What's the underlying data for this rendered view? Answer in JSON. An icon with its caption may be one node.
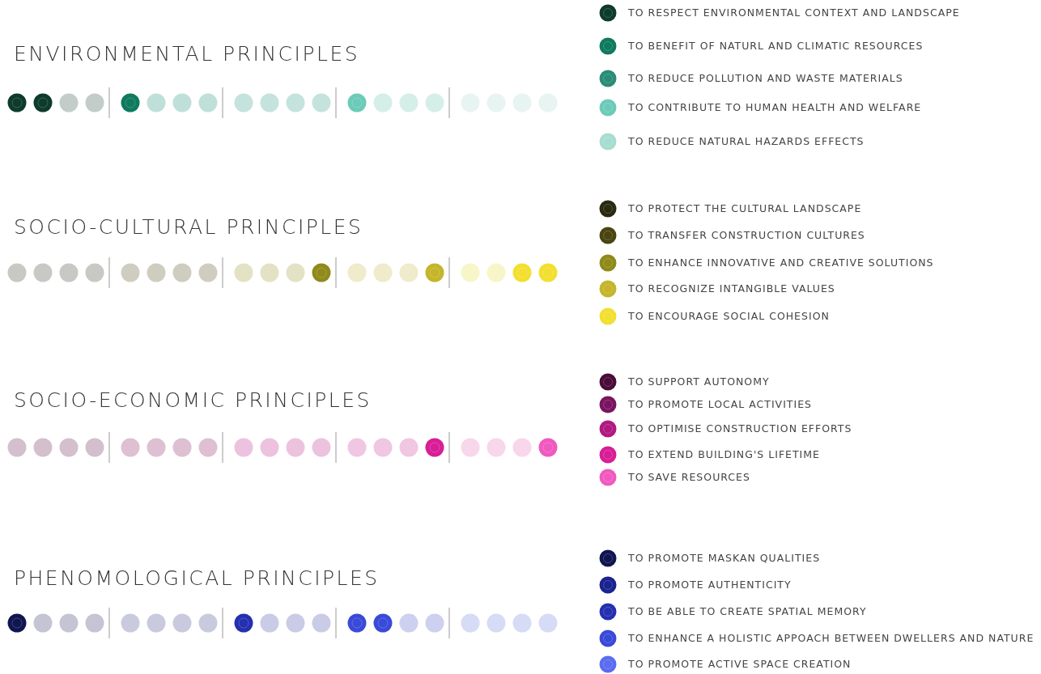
{
  "diagram": {
    "labels": [
      "ENVIRONMENTAL PRINCIPLES",
      "SOCIO-CULTURAL PRINCIPLES",
      "SOCIO-ECONOMIC PRINCIPLES",
      "PHENOMOLOGICAL PRINCIPLES"
    ],
    "legend": [
      {
        "text": "TO RESPECT ENVIRONMENTAL CONTEXT AND LANDSCAPE",
        "color": "#0d3b2c"
      },
      {
        "text": "TO BENEFIT OF NATURL AND CLIMATIC RESOURCES",
        "color": "#0f7a5e"
      },
      {
        "text": "TO REDUCE POLLUTION AND WASTE MATERIALS",
        "color": "#2a8c78"
      },
      {
        "text": "TO CONTRIBUTE TO HUMAN HEALTH AND WELFARE",
        "color": "#6ccbb8"
      },
      {
        "text": "TO REDUCE NATURAL HAZARDS EFFECTS",
        "color": "#a6ddd0"
      },
      {
        "text": "TO PROTECT THE CULTURAL LANDSCAPE",
        "color": "#2a2a10"
      },
      {
        "text": "TO TRANSFER CONSTRUCTION CULTURES",
        "color": "#4a4410"
      },
      {
        "text": "TO ENHANCE INNOVATIVE AND CREATIVE SOLUTIONS",
        "color": "#8f8a1a"
      },
      {
        "text": "TO RECOGNIZE INTANGIBLE VALUES",
        "color": "#c4b52a"
      },
      {
        "text": "TO ENCOURAGE SOCIAL COHESION",
        "color": "#f2df30"
      },
      {
        "text": "TO SUPPORT AUTONOMY",
        "color": "#4a0c38"
      },
      {
        "text": "TO PROMOTE LOCAL ACTIVITIES",
        "color": "#7a1460"
      },
      {
        "text": "TO OPTIMISE CONSTRUCTION EFFORTS",
        "color": "#b01a80"
      },
      {
        "text": "TO EXTEND BUILDING'S LIFETIME",
        "color": "#d81e96"
      },
      {
        "text": "TO SAVE RESOURCES",
        "color": "#f05ac0"
      },
      {
        "text": "TO PROMOTE MASKAN QUALITIES",
        "color": "#101650"
      },
      {
        "text": "TO PROMOTE AUTHENTICITY",
        "color": "#1a2390"
      },
      {
        "text": "TO BE ABLE TO CREATE SPATIAL MEMORY",
        "color": "#2430b0"
      },
      {
        "text": "TO ENHANCE A HOLISTIC APPOACH BETWEEN DWELLERS AND NATURE",
        "color": "#3a4ad8"
      },
      {
        "text": "TO PROMOTE ACTIVE SPACE CREATION",
        "color": "#5a6cf0"
      }
    ]
  }
}
